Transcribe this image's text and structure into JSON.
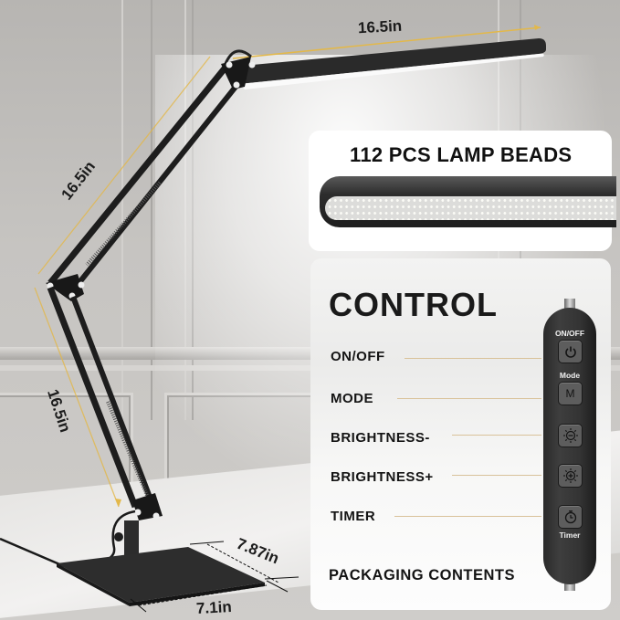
{
  "dimensions": {
    "head_length": "16.5in",
    "upper_arm_length": "16.5in",
    "lower_arm_length": "16.5in",
    "base_depth": "7.87in",
    "base_width": "7.1in"
  },
  "beads_card": {
    "title": "112 PCS LAMP BEADS"
  },
  "control_card": {
    "title": "CONTROL",
    "items": [
      {
        "label": "ON/OFF"
      },
      {
        "label": "MODE"
      },
      {
        "label": "BRIGHTNESS-"
      },
      {
        "label": "BRIGHTNESS+"
      },
      {
        "label": "TIMER"
      }
    ],
    "footer": "PACKAGING CONTENTS"
  },
  "remote": {
    "on_off_label": "ON/OFF",
    "mode_label": "Mode",
    "mode_glyph": "M",
    "timer_label": "Timer",
    "buttons": [
      "power-icon",
      "mode-icon",
      "brightness-minus-icon",
      "brightness-plus-icon",
      "timer-icon"
    ]
  },
  "colors": {
    "dimension_line": "#e3b84a",
    "leader_line": "#d9c29a",
    "lamp_body": "#1e1e1e",
    "card_bg": "#ffffff"
  }
}
